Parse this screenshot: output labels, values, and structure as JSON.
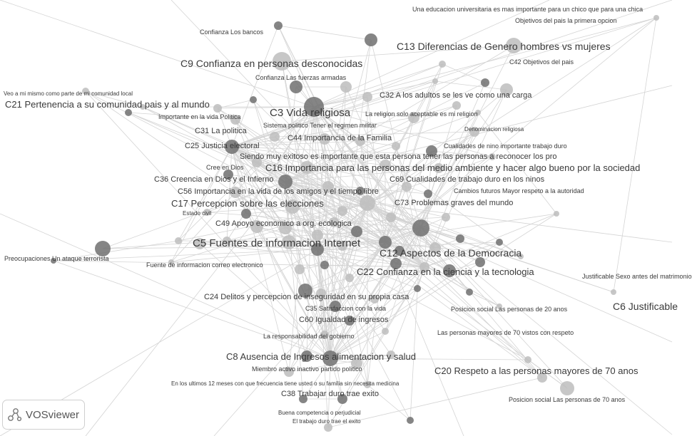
{
  "diagram": {
    "labels": {
      "l1": "Una educacion universitaria es mas importante para un chico que para una chica",
      "l2": "Objetivos del pais  la primera opcion",
      "l3": "Confianza  Los bancos",
      "l4": "C13 Diferencias de Genero hombres vs mujeres",
      "l5": "C9 Confianza en personas desconocidas",
      "l6": "C42 Objetivos del pais",
      "l7": "Confianza  Las fuerzas armadas",
      "l8": "Veo a mi mismo como parte de mi comunidad local",
      "l9": "C21 Pertenencia a su comunidad pais y al mundo",
      "l10": "C32 A los adultos se les ve como una carga",
      "l11": "Importante en la vida  Politica",
      "l12": "C3 Vida religiosa",
      "l13": "La religion solo aceptable es mi religion",
      "l14": "Sistema politico  Tener el regimen militar",
      "l15": "C31 La politica",
      "l16": "Denominacion religiosa",
      "l17": "C44 Importancia de la Familia",
      "l18": "C25 Justicia electoral",
      "l19": "Cualidades de nino importante  trabajo duro",
      "l20": "Siendo muy exitoso es importante que esta persona  tener las personas a reconocer los pro",
      "l21": "Cree en  Dios",
      "l22": "C16 Importancia para las personas del medio ambiente y hacer algo bueno por la sociedad",
      "l23": "C36 Creencia en Dios y el Infierno",
      "l24": "C69 Cualidades de trabajo duro en los ninos",
      "l25": "C56 Importancia en la vida de los amigos y el tiempo libre",
      "l26": "Cambios futuros  Mayor respeto a la autoridad",
      "l27": "C17 Percepcion sobre las elecciones",
      "l28": "C73 Problemas graves del mundo",
      "l29": "Estado civil",
      "l30": "C49 Apoyo economico a org. ecologica",
      "l31": "C5 Fuentes de informacion Internet",
      "l32": "C12 Aspectos de la Democracia",
      "l33": "Preocupaciones  Un ataque terrorista",
      "l34": "Fuente de informacion  correo electronico",
      "l35": "C22 Confianza en la ciencia y la tecnologia",
      "l36": "Justificable  Sexo antes del matrimonio",
      "l37": "C24 Delitos y percepcion de inseguridad en su propia casa",
      "l38": "C6 Justificable",
      "l39": "C35 Satisfaccion con la vida",
      "l40": "Posicion social  Las personas de 20 anos",
      "l41": "C60 Igualdad de ingresos",
      "l42": "Las personas mayores de 70  vistos con respeto",
      "l43": "La responsabilidad del gobierno",
      "l44": "C8 Ausencia de Ingresos alimentacion y salud",
      "l45": "Miembro activo inactivo  partido politico",
      "l46": "C20 Respeto a las personas mayores de 70 anos",
      "l47": "En los ultimos 12 meses  con que frecuencia tiene usted o su familia  sin necesita medicina",
      "l48": "C38 Trabajar duro trae exito",
      "l49": "Posicion social  Las personas de 70 anos",
      "l50": "Buena competencia o perjudicial",
      "l51": "El trabajo duro trae el exito"
    }
  },
  "logo": {
    "name": "VOSviewer",
    "icon": "vosviewer-logo-icon"
  },
  "colors": {
    "edge": "#d4d4d4",
    "node_dark": "#707070",
    "node_light": "#bdbdbd",
    "text": "#3a3a3a"
  }
}
